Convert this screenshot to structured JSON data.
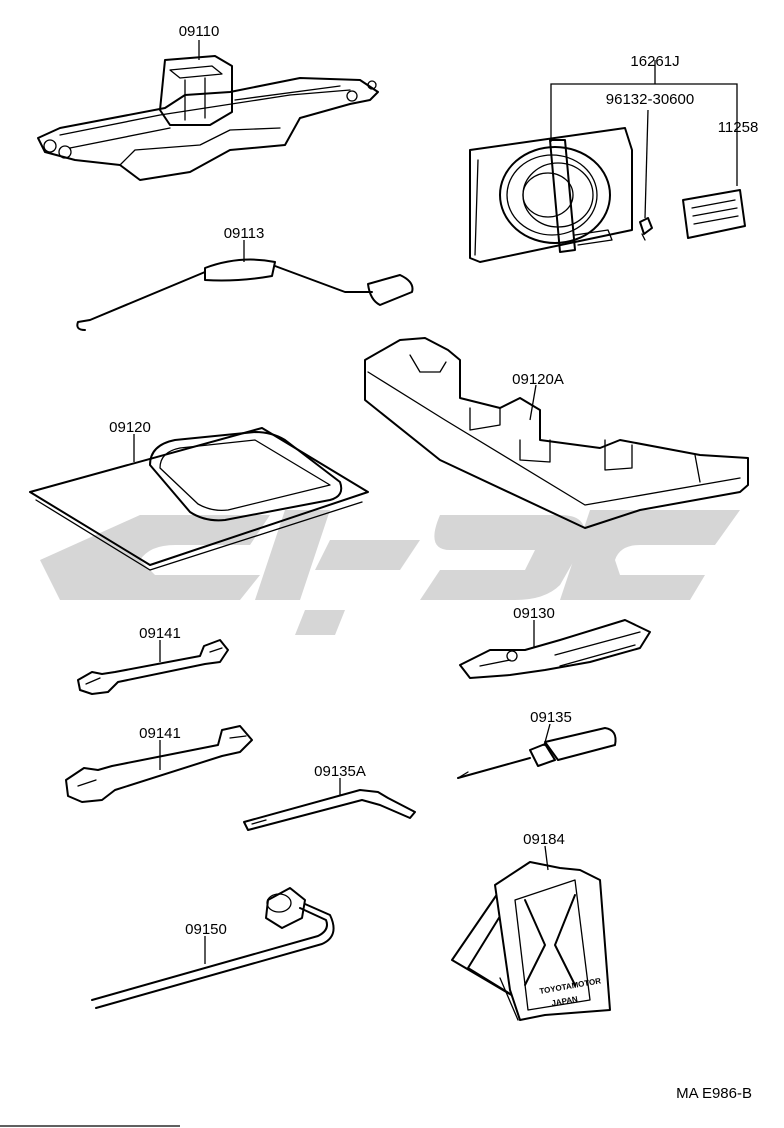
{
  "parts": {
    "jack": "09110",
    "bag_set": "16261J",
    "clamp": "96132-30600",
    "label_plate": "11258",
    "jack_handle": "09113",
    "tray": "09120A",
    "tool_bag": "09120",
    "wrench_small": "09141",
    "pliers": "09130",
    "wrench_large": "09141",
    "screwdriver": "09135",
    "screwdriver_bar": "09135A",
    "hub_nut_wrench": "09150",
    "wheel_chock": "09184"
  },
  "stamp": {
    "line1": "TOYOTAMOTOR",
    "line2": "JAPAN"
  },
  "diagram_code": "MA E986-B",
  "watermark_color": "#c8c8c8"
}
